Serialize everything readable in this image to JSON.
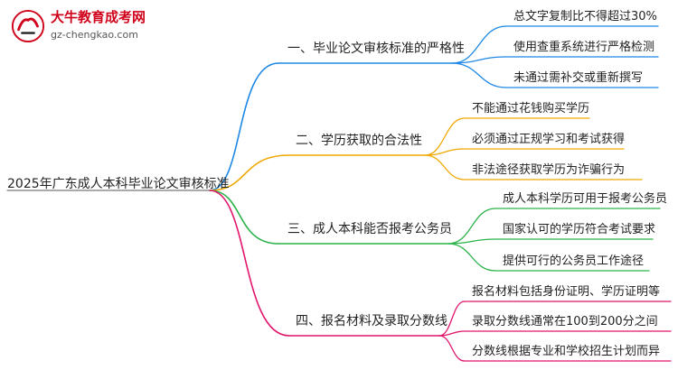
{
  "logo": {
    "name": "大牛教育成考网",
    "url": "gz-chengkao.com"
  },
  "mindmap": {
    "root": "2025年广东成人本科毕业论文审核标准",
    "branches": [
      {
        "label": "一、毕业论文审核标准的严格性",
        "color": "#1e88e5",
        "children": [
          "总文字复制比不得超过30%",
          "使用查重系统进行严格检测",
          "未通过需补交或重新撰写"
        ]
      },
      {
        "label": "二、学历获取的合法性",
        "color": "#f0a800",
        "children": [
          "不能通过花钱购买学历",
          "必须通过正规学习和考试获得",
          "非法途径获取学历为诈骗行为"
        ]
      },
      {
        "label": "三、成人本科能否报考公务员",
        "color": "#2cb34a",
        "children": [
          "成人本科学历可用于报考公务员",
          "国家认可的学历符合考试要求",
          "提供可行的公务员工作途径"
        ]
      },
      {
        "label": "四、报名材料及录取分数线",
        "color": "#e0156b",
        "children": [
          "报名材料包括身份证明、学历证明等",
          "录取分数线通常在100到200分之间",
          "分数线根据专业和学校招生计划而异"
        ]
      }
    ]
  }
}
